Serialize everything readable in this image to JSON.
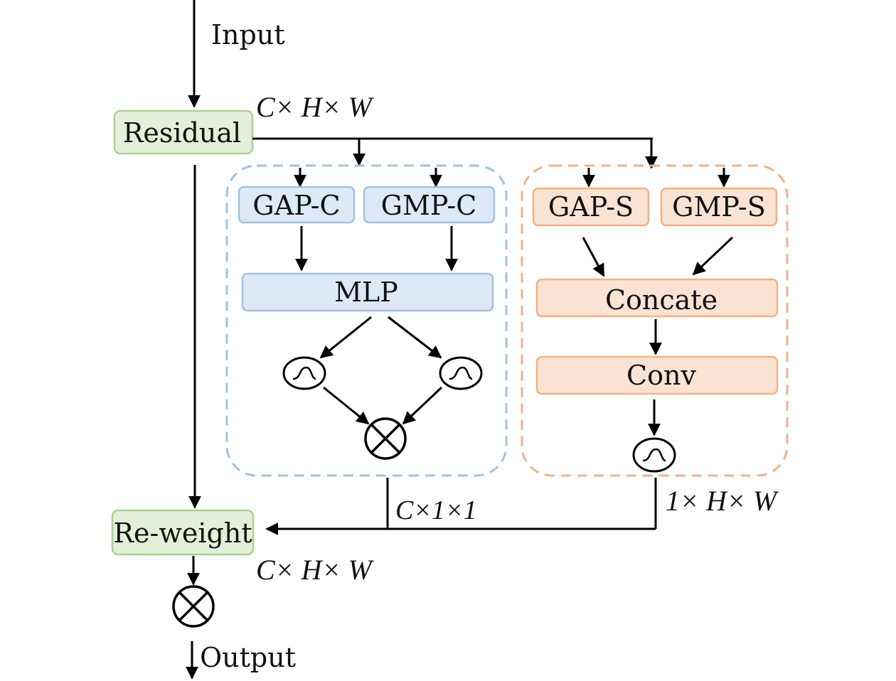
{
  "labels": {
    "input": "Input",
    "output": "Output",
    "residual": "Residual",
    "reweight": "Re-weight",
    "gap_c": "GAP-C",
    "gmp_c": "GMP-C",
    "mlp": "MLP",
    "gap_s": "GAP-S",
    "gmp_s": "GMP-S",
    "concate": "Concate",
    "conv": "Conv"
  },
  "dims": {
    "residual_out": "C× H× W",
    "channel_attn": "C×1×1",
    "spatial_attn": "1× H× W",
    "reweight_out": "C× H× W"
  },
  "colors": {
    "green_fill": "#e3f0d9",
    "green_stroke": "#a9d18e",
    "blue_fill": "#dde9f6",
    "blue_stroke": "#9dc3e6",
    "orange_fill": "#fbe3d4",
    "orange_stroke": "#f4b183",
    "line": "#000000"
  }
}
